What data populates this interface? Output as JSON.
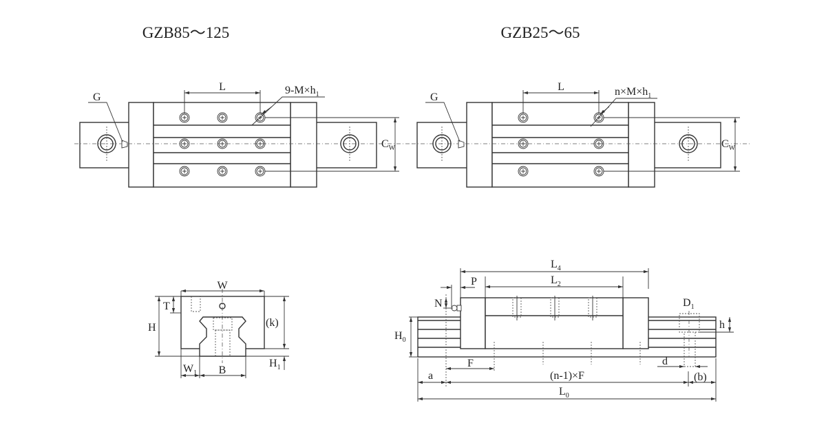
{
  "titles": {
    "left": "GZB85～125",
    "right": "GZB25～65"
  },
  "top_left": {
    "L": "L",
    "holes": {
      "main": "9-M×h",
      "sub": "1"
    },
    "G": "G",
    "Cw": {
      "main": "C",
      "sub": "W"
    }
  },
  "top_right": {
    "L": "L",
    "holes": {
      "main": "n×M×h",
      "sub": "1"
    },
    "G": "G",
    "Cw": {
      "main": "C",
      "sub": "W"
    }
  },
  "cross_section": {
    "W": "W",
    "H": "H",
    "T": "T",
    "k": "(k)",
    "H1": {
      "main": "H",
      "sub": "1"
    },
    "W1": {
      "main": "W",
      "sub": "1"
    },
    "B": "B"
  },
  "side_view": {
    "L4": {
      "main": "L",
      "sub": "4"
    },
    "L2": {
      "main": "L",
      "sub": "2"
    },
    "P": "P",
    "N": "N",
    "H0": {
      "main": "H",
      "sub": "0"
    },
    "D1": {
      "main": "D",
      "sub": "1"
    },
    "h": "h",
    "d": "d",
    "F": "F",
    "a": "a",
    "nF": "(n-1)×F",
    "b": "(b)",
    "L0": {
      "main": "L",
      "sub": "0"
    }
  }
}
